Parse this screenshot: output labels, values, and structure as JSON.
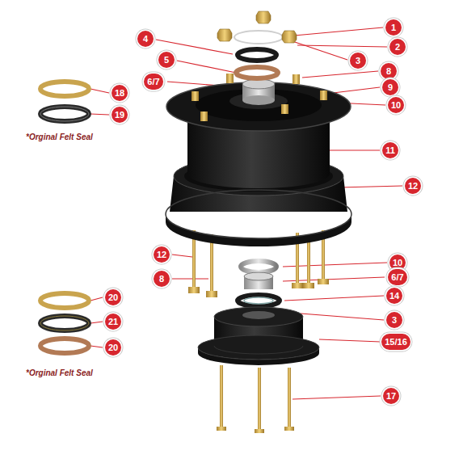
{
  "diagram": {
    "labels": [
      "1",
      "2",
      "3",
      "4",
      "5",
      "6/7",
      "8",
      "9",
      "10",
      "18",
      "19",
      "*Orginal Felt Seal",
      "11",
      "12",
      "12",
      "8",
      "10",
      "6/7",
      "14",
      "3",
      "15/16",
      "20",
      "21",
      "20",
      "*Orginal Felt Seal",
      "17"
    ]
  }
}
